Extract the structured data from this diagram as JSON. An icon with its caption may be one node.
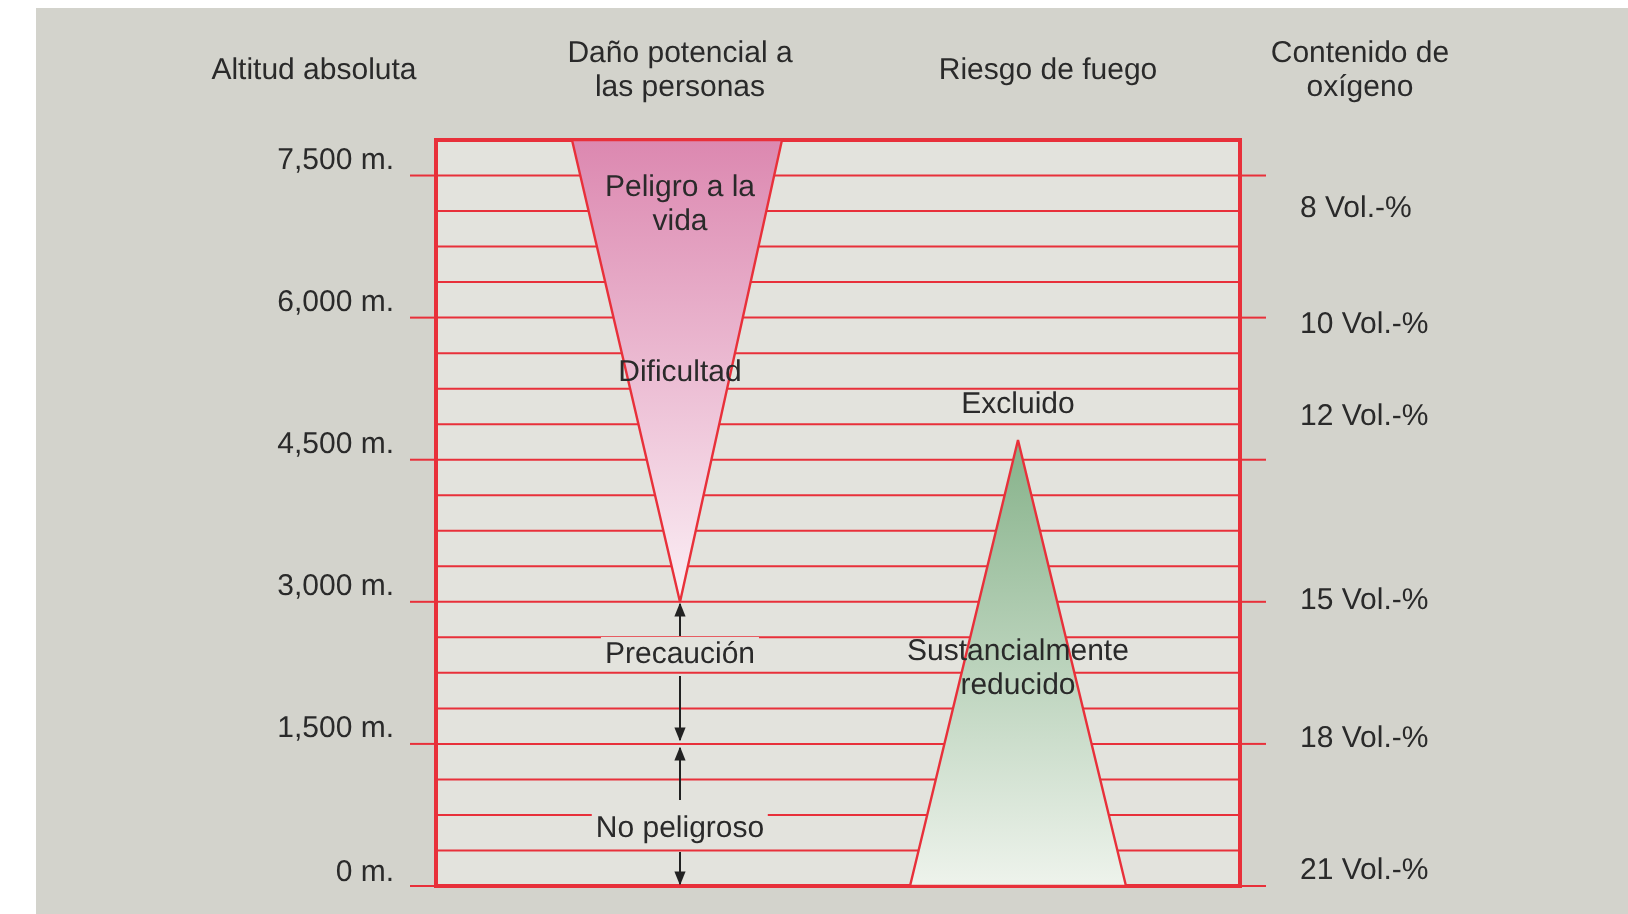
{
  "diagram": {
    "nodes": [
      {
        "text": [
          "Peligro a la vida",
          "Dificultad"
        ]
      },
      {
        "text": [
          "Sustancialmente reducido"
        ],
        "beside": [
          "Excluido"
        ]
      }
    ],
    "labels": [
      "Altitud absoluta",
      "Daño potencial a las personas",
      "Riesgo de fuego",
      "Contenido de oxígeno",
      "7,500 m.",
      "8 Vol.-%",
      "6,000 m.",
      "10 Vol.-%",
      "12 Vol.-%",
      "4,500 m.",
      "3,000 m.",
      "15 Vol.-%",
      "Precaución",
      "1,500 m.",
      "18 Vol.-%",
      "No peligroso",
      "0 m.",
      "21 Vol.-%"
    ]
  }
}
